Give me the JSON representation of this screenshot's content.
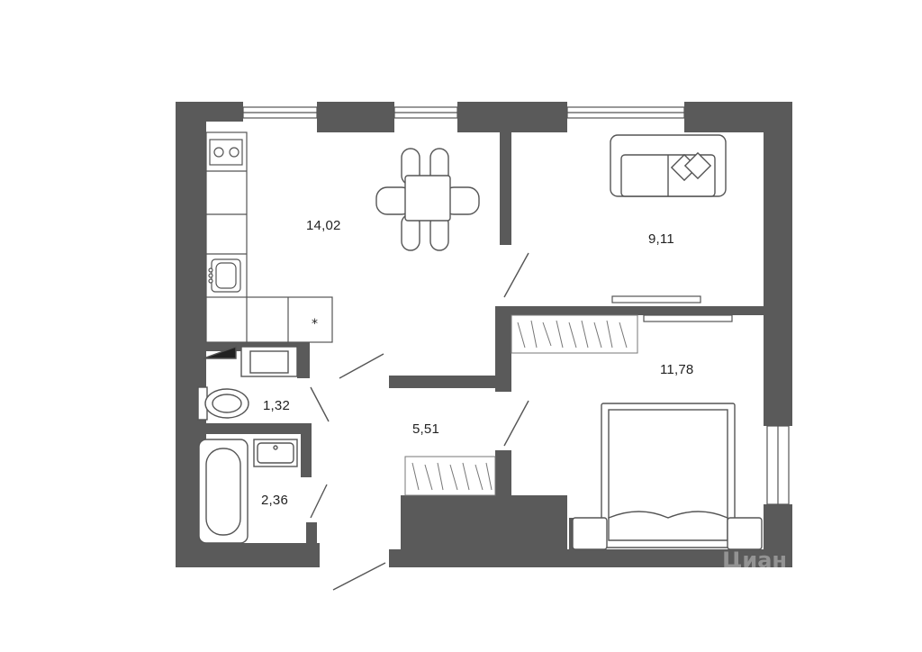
{
  "floor_plan": {
    "rooms": [
      {
        "id": "kitchen_living",
        "area": "14,02"
      },
      {
        "id": "room_1",
        "area": "9,11"
      },
      {
        "id": "bedroom",
        "area": "11,78"
      },
      {
        "id": "wc",
        "area": "1,32"
      },
      {
        "id": "hallway",
        "area": "5,51"
      },
      {
        "id": "bathroom",
        "area": "2,36"
      }
    ],
    "watermark": "Циан",
    "colors": {
      "wall": "#5a5a5a",
      "line": "#555555",
      "background": "#ffffff"
    }
  }
}
